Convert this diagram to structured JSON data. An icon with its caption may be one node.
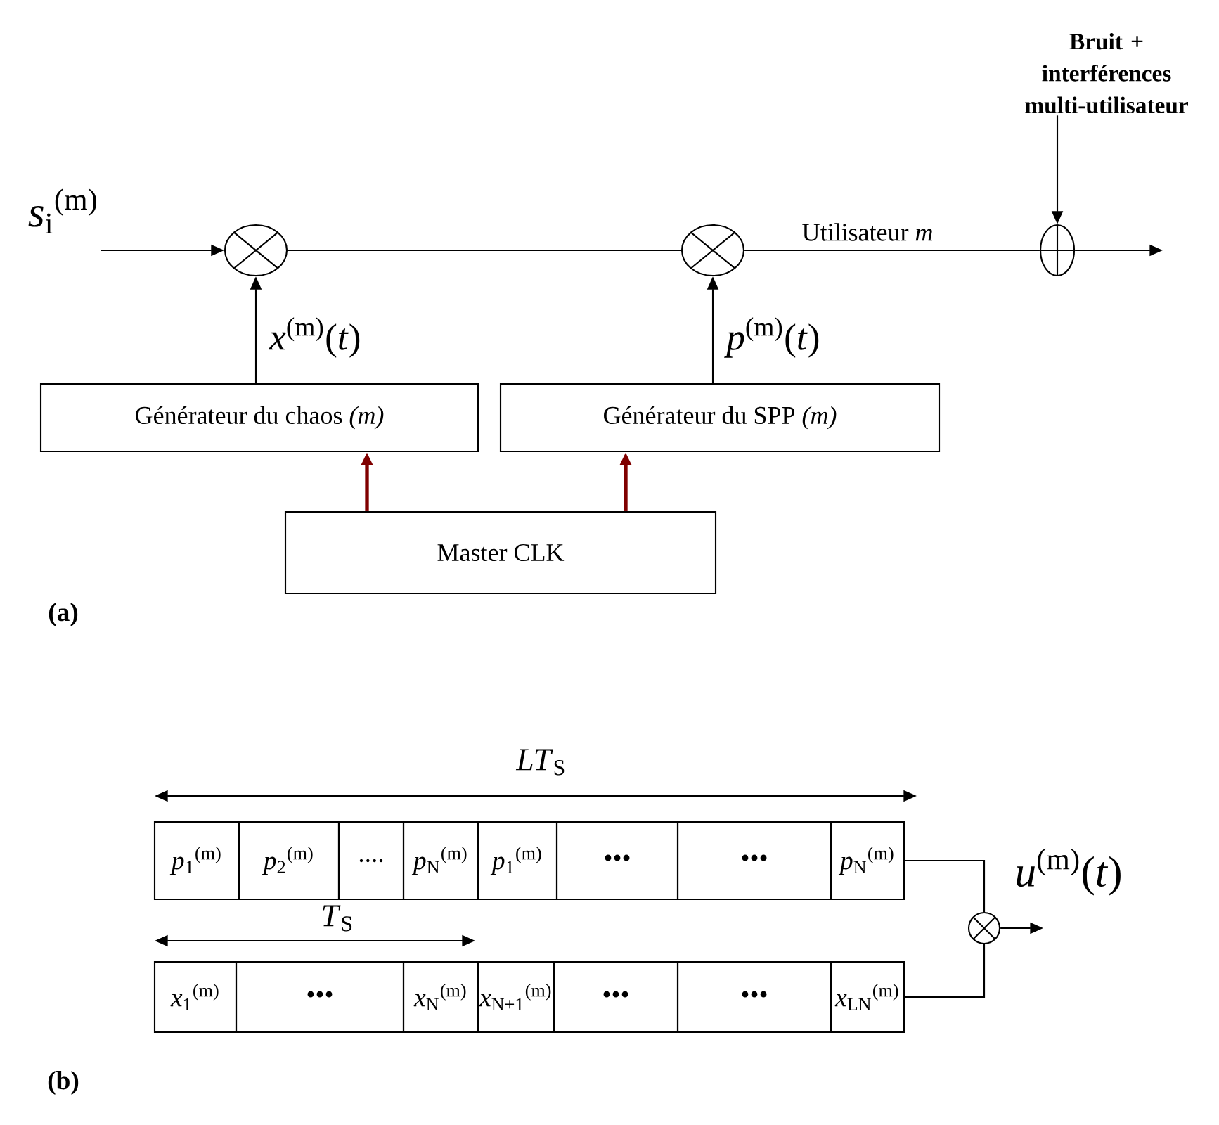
{
  "diagram": {
    "nodes": [
      {
        "text": [
          "*s*$_{i}$$^{(m)}$"
        ]
      },
      {
        "text": [],
        "shape": "circle"
      },
      {
        "text": [],
        "shape": "circle"
      },
      {
        "text": [],
        "shape": "circle"
      },
      {
        "text": [
          "Bruit + interférences multi-utilisateur"
        ]
      },
      {
        "text": [
          "Générateur du chaos *(m)*"
        ]
      },
      {
        "text": [
          "Générateur du SPP *(m)*"
        ]
      },
      {
        "text": [
          "Master CLK"
        ]
      },
      {
        "text": [
          "*p*$_{1}$$^{(m)}$"
        ]
      },
      {
        "text": [
          "*p*$_{2}$$^{(m)}$"
        ]
      },
      {
        "text": [
          "...."
        ]
      },
      {
        "text": [
          "*p*$_{N}$$^{(m)}$"
        ]
      },
      {
        "text": [
          "*p*$_{1}$$^{(m)}$"
        ]
      },
      {
        "text": [
          "•••"
        ]
      },
      {
        "text": [
          "•••"
        ]
      },
      {
        "text": [
          "*p*$_{N}$$^{(m)}$"
        ]
      },
      {
        "text": [
          "*x*$_{1}$$^{(m)}$"
        ]
      },
      {
        "text": [
          "•••"
        ]
      },
      {
        "text": [
          "*x*$_{N}$$^{(m)}$"
        ]
      },
      {
        "text": [
          "*x*$_{N+1}$$^{(m)}$"
        ]
      },
      {
        "text": [
          "•••"
        ]
      },
      {
        "text": [
          "•••"
        ]
      },
      {
        "text": [
          "*x*$_{LN}$$^{(m)}$"
        ]
      },
      {
        "text": [],
        "shape": "circle"
      }
    ],
    "edges": [
      {
        "from": 0,
        "to": 1,
        "arrow": "to"
      },
      {
        "from": 5,
        "to": 1,
        "arrow": "to",
        "label": "*x*$^{(m)}$(*t*)"
      },
      {
        "from": 1,
        "to": 2,
        "arrow": "none"
      },
      {
        "from": 6,
        "to": 2,
        "arrow": "to",
        "label": "*p*$^{(m)}$(*t*)"
      },
      {
        "from": 2,
        "to": 3,
        "arrow": "none",
        "label": "Utilisateur *m*"
      },
      {
        "from": 4,
        "to": 3,
        "arrow": "to"
      },
      {
        "from": 3,
        "to": null,
        "arrow": "to"
      },
      {
        "from": 7,
        "to": 5,
        "arrow": "to",
        "style": "thick",
        "color": "#800000"
      },
      {
        "from": 7,
        "to": 6,
        "arrow": "to",
        "style": "thick",
        "color": "#800000"
      },
      {
        "from": 15,
        "to": 23,
        "arrow": "none"
      },
      {
        "from": 22,
        "to": 23,
        "arrow": "none"
      },
      {
        "from": 23,
        "to": null,
        "arrow": "to"
      }
    ],
    "labels": [
      "(a)",
      "*LT*$_{S}$",
      "*T*$_{S}$",
      "*u*$^{(m)}$(*t*)",
      "(b)"
    ]
  }
}
